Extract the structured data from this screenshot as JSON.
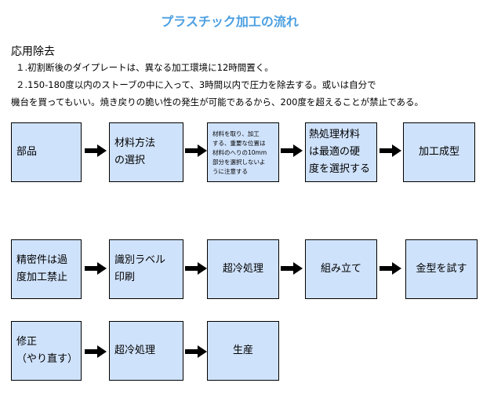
{
  "title": "プラスチック加工の流れ",
  "section": {
    "heading": "応用除去",
    "lines": [
      "１.初割断後のダイプレートは、異なる加工環境に12時間置く。",
      "２.150-180度以内のストーブの中に入って、3時間以内で圧力を除去する。或いは自分で",
      "機台を買ってもいい。焼き戻りの脆い性の発生が可能であるから、200度を超えることが禁止である。"
    ]
  },
  "rows": [
    [
      {
        "lines": [
          "部品"
        ]
      },
      {
        "lines": [
          "材料方法",
          "の選択"
        ]
      },
      {
        "lines": [
          "材料を取り、加工",
          "する、重要な位置は",
          "材料のへりの10mm",
          "部分を選択しないよ",
          "うに注意する"
        ]
      },
      {
        "lines": [
          "熱処理材料",
          "は最適の硬",
          "度を選択する"
        ]
      },
      {
        "lines": [
          "加工成型"
        ]
      }
    ],
    [
      {
        "lines": [
          "精密件は過",
          "度加工禁止"
        ]
      },
      {
        "lines": [
          "識別ラベル",
          "印刷"
        ]
      },
      {
        "lines": [
          "超冷処理"
        ]
      },
      {
        "lines": [
          "組み立て"
        ]
      },
      {
        "lines": [
          "金型を試す"
        ]
      }
    ],
    [
      {
        "lines": [
          "修正",
          "（やり直す）"
        ]
      },
      {
        "lines": [
          "超冷処理"
        ]
      },
      {
        "lines": [
          "生産"
        ]
      }
    ]
  ]
}
